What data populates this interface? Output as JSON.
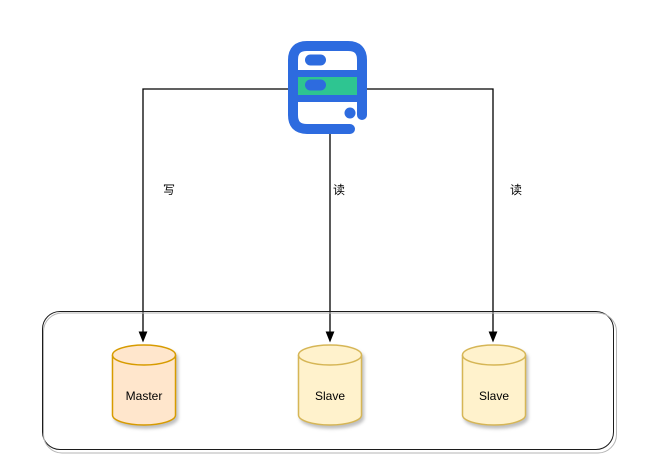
{
  "canvas": {
    "background": "#ffffff",
    "line_color": "#000000"
  },
  "server_icon": {
    "blue": "#2d6bdf",
    "green": "#2ec591",
    "white": "#ffffff"
  },
  "edges": [
    {
      "label": "写"
    },
    {
      "label": "读"
    },
    {
      "label": "读"
    }
  ],
  "cluster_box": {
    "stroke": "#1c1c1c"
  },
  "databases": [
    {
      "label": "Master",
      "fill": "#FFE6CC",
      "stroke": "#D79B00"
    },
    {
      "label": "Slave",
      "fill": "#FFF2CC",
      "stroke": "#D6B656"
    },
    {
      "label": "Slave",
      "fill": "#FFF2CC",
      "stroke": "#D6B656"
    }
  ]
}
